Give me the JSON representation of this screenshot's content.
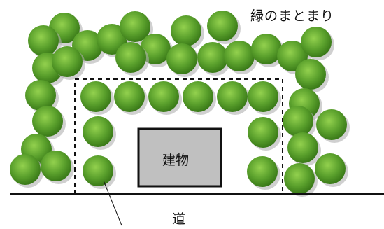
{
  "labels": {
    "title": "緑のまとまり",
    "building": "建物",
    "road": "道"
  },
  "colors": {
    "tree_light": "#93d14e",
    "tree_mid": "#5aa02c",
    "tree_dark": "#3a7a18",
    "shadow": "#b0b0b0",
    "building_fill": "#c0c0c0",
    "outline": "#111111"
  },
  "icons": [
    "tree-icon"
  ]
}
